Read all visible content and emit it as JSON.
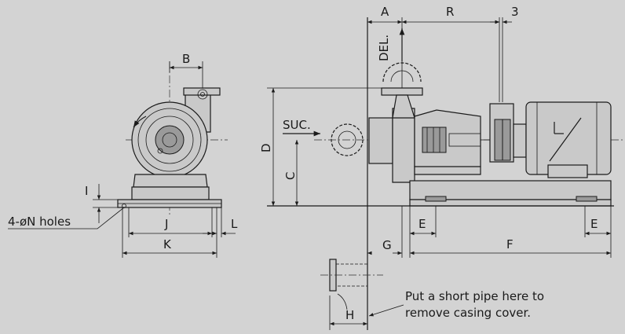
{
  "labels": {
    "A": "A",
    "R": "R",
    "three": "3",
    "B": "B",
    "DEL": "DEL.",
    "SUC": "SUC.",
    "D": "D",
    "C": "C",
    "I": "I",
    "holes": "4-øN holes",
    "J": "J",
    "K": "K",
    "L": "L",
    "E_left": "E",
    "E_right": "E",
    "F": "F",
    "G": "G",
    "H": "H"
  },
  "note": {
    "line1": "Put a short pipe here to",
    "line2": "remove casing cover."
  }
}
